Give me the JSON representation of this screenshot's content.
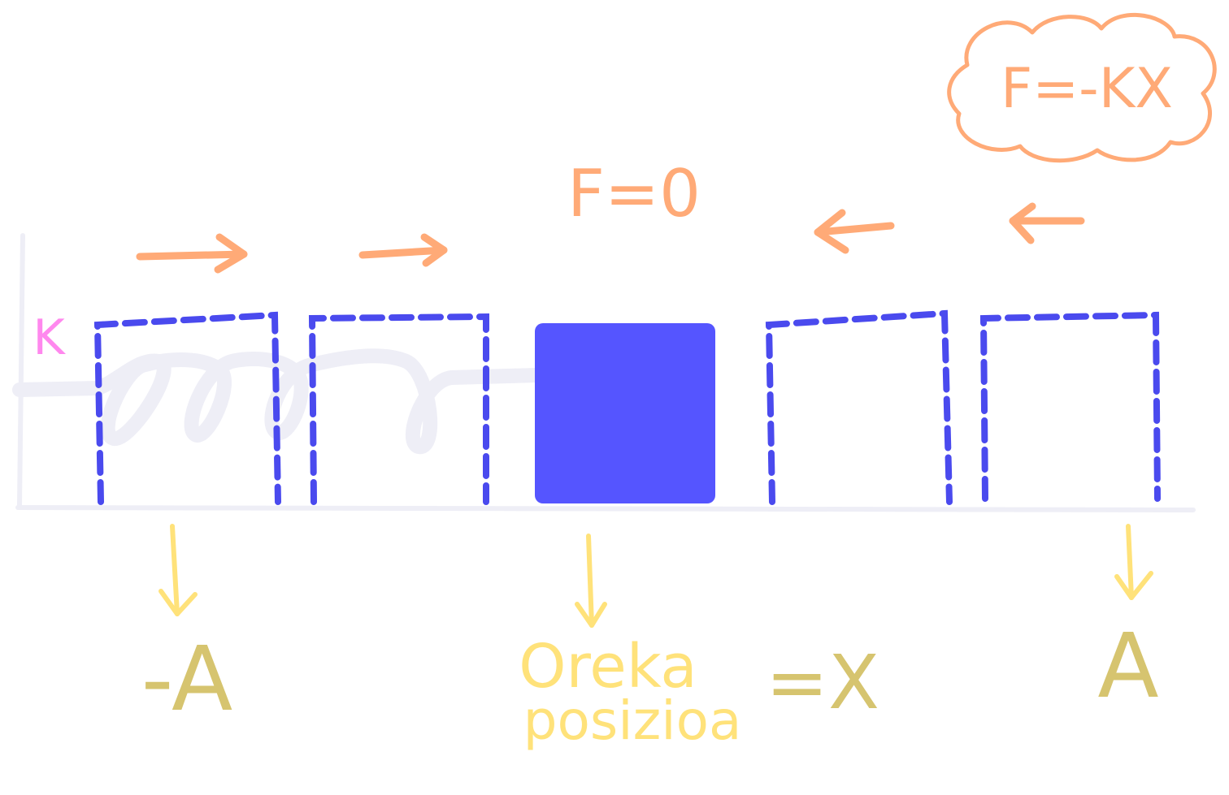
{
  "labels": {
    "spring_constant": "K",
    "force_law": "F=-KX",
    "force_zero": "F=0",
    "neg_amplitude": "-A",
    "pos_amplitude": "A",
    "equilibrium_line1": "Oreka",
    "equilibrium_line2": "posizioa",
    "equals_x": "=X"
  },
  "colors": {
    "block": "#5555ff",
    "dashed_outline": "#4a4aee",
    "spring": "#eeeef6",
    "axis": "#eeeef6",
    "force_arrow": "#ffaa77",
    "force_text": "#ffaa77",
    "amplitude_text": "#d6c46f",
    "equilibrium_text": "#ffe27a",
    "spring_constant": "#ff88ee"
  },
  "icons": {
    "force_arrows": "arrow-icon",
    "position_markers": "down-arrow-icon",
    "formula_bubble": "cloud-icon"
  }
}
